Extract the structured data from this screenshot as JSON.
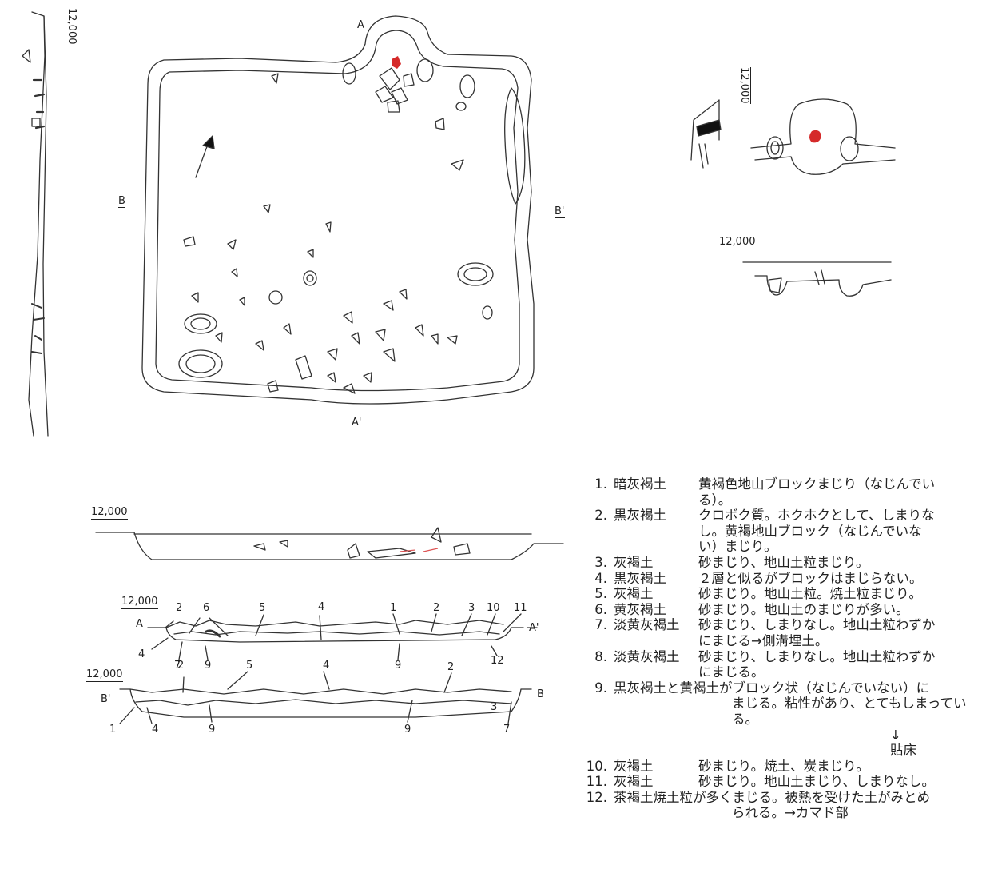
{
  "plan_labels": {
    "a": "A",
    "a_prime": "A'",
    "b": "B",
    "b_prime": "B'"
  },
  "scales": {
    "left_strip": "12,000",
    "hearth_plan": "12,000",
    "hearth_section": "12,000",
    "long_profile": "12,000",
    "section_a": "12,000",
    "section_b": "12,000"
  },
  "section_a": {
    "end_left": "A",
    "end_right": "A'",
    "layer_numbers": [
      "2",
      "6",
      "5",
      "4",
      "1",
      "2",
      "3",
      "10",
      "11",
      "4",
      "7",
      "9",
      "9",
      "12"
    ]
  },
  "section_b": {
    "end_left": "B'",
    "end_right": "B",
    "layer_numbers": [
      "2",
      "5",
      "4",
      "2",
      "3",
      "1",
      "4",
      "9",
      "9",
      "7"
    ]
  },
  "legend": [
    {
      "num": "1.",
      "soil": "暗灰褐土",
      "desc": [
        "黄褐色地山ブロックまじり（なじんでい",
        "る）。"
      ]
    },
    {
      "num": "2.",
      "soil": "黒灰褐土",
      "desc": [
        "クロボク質。ホクホクとして、しまりな",
        "し。黄褐地山ブロック（なじんでいな",
        "い）まじり。"
      ]
    },
    {
      "num": "3.",
      "soil": "灰褐土",
      "desc": [
        "砂まじり、地山土粒まじり。"
      ]
    },
    {
      "num": "4.",
      "soil": "黒灰褐土",
      "desc": [
        "２層と似るがブロックはまじらない。"
      ]
    },
    {
      "num": "5.",
      "soil": "灰褐土",
      "desc": [
        "砂まじり。地山土粒。焼土粒まじり。"
      ]
    },
    {
      "num": "6.",
      "soil": "黄灰褐土",
      "desc": [
        "砂まじり。地山土のまじりが多い。"
      ]
    },
    {
      "num": "7.",
      "soil": "淡黄灰褐土",
      "desc": [
        "砂まじり、しまりなし。地山土粒わずか",
        "にまじる→側溝埋土。"
      ]
    },
    {
      "num": "8.",
      "soil": "淡黄灰褐土",
      "desc": [
        "砂まじり、しまりなし。地山土粒わずか",
        "にまじる。"
      ]
    },
    {
      "num": "9.",
      "full": [
        "黒灰褐土と黄褐土がブロック状（なじんでいない）に",
        "まじる。粘性があり、とてもしまってい",
        "る。"
      ],
      "arrow": "↓",
      "note": "貼床"
    },
    {
      "num": "10.",
      "soil": "灰褐土",
      "desc": [
        "砂まじり。焼土、炭まじり。"
      ]
    },
    {
      "num": "11.",
      "soil": "灰褐土",
      "desc": [
        "砂まじり。地山土まじり、しまりなし。"
      ]
    },
    {
      "num": "12.",
      "full": [
        "茶褐土焼土粒が多くまじる。被熱を受けた土がみとめ",
        "られる。→カマド部"
      ]
    }
  ]
}
